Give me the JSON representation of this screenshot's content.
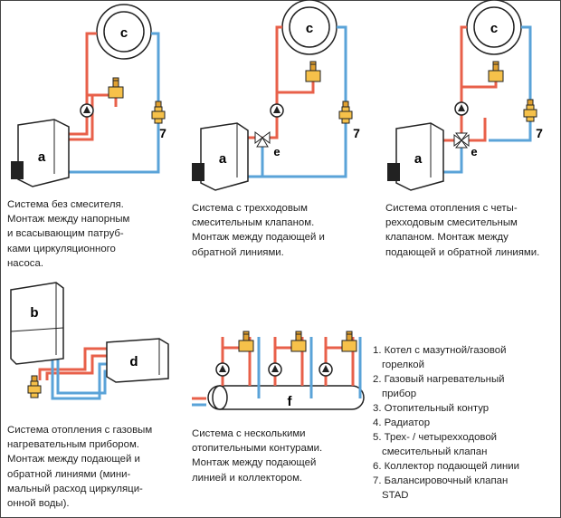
{
  "colors": {
    "supply": "#e8604a",
    "return": "#5aa3d8",
    "outline": "#222222",
    "boiler_fill": "#ffffff"
  },
  "labels": {
    "c": "c",
    "a": "a",
    "e": "e",
    "seven": "7",
    "b": "b",
    "d": "d",
    "f": "f"
  },
  "captions": {
    "sys1": [
      "Система без смесителя.",
      "Монтаж между напорным",
      "и всасывающим патруб-",
      "ками циркуляционного",
      "насоса."
    ],
    "sys2": [
      "Система с трехходовым",
      "смесительным клапаном.",
      "Монтаж между подающей и",
      "обратной линиями."
    ],
    "sys3": [
      "Система отопления с четы-",
      "рехходовым смесительным",
      "клапаном. Монтаж между",
      "подающей и обратной линиями."
    ],
    "sys4": [
      "Система отопления с газовым",
      "нагревательным прибором.",
      "Монтаж между подающей и",
      "обратной линиями (мини-",
      "мальный расход циркуляци-",
      "онной воды)."
    ],
    "sys5": [
      "Система с несколькими",
      "отопительными контурами.",
      "Монтаж между подающей",
      "линией и коллектором."
    ]
  },
  "legend": [
    [
      "1. Котел с мазутной/газовой",
      "горелкой"
    ],
    [
      "2. Газовый нагревательный",
      "прибор"
    ],
    [
      "3. Отопительный контур"
    ],
    [
      "4. Радиатор"
    ],
    [
      "5. Трех- / четырехходовой",
      "смесительный клапан"
    ],
    [
      "6. Коллектор подающей линии"
    ],
    [
      "7. Балансировочный клапан",
      "STAD"
    ]
  ]
}
